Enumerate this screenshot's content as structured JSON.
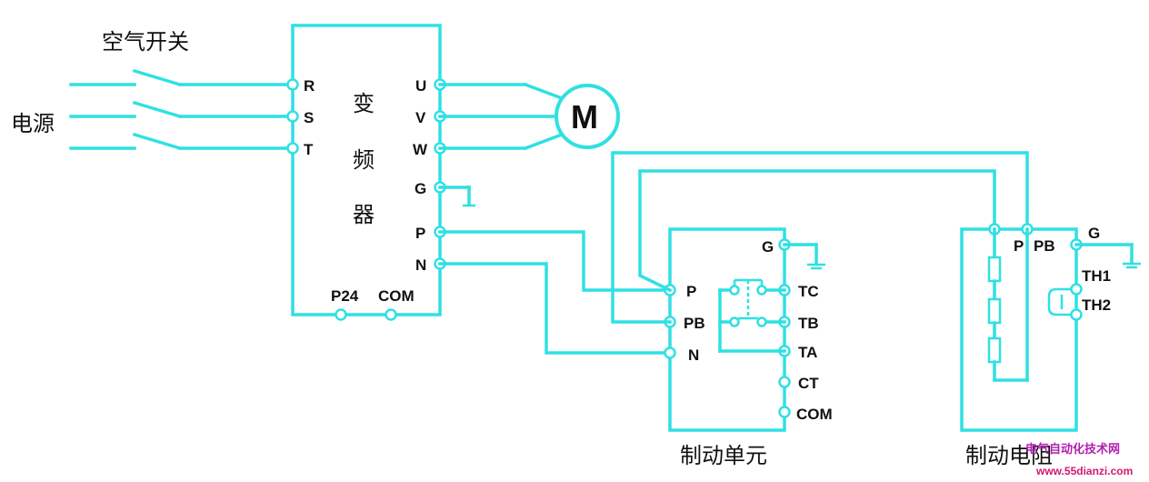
{
  "power": {
    "label": "电源"
  },
  "air_switch": {
    "label": "空气开关"
  },
  "inverter": {
    "label_chars": [
      "变",
      "频",
      "器"
    ],
    "input_terminals": [
      "R",
      "S",
      "T"
    ],
    "output_terminals": [
      "U",
      "V",
      "W",
      "G",
      "P",
      "N"
    ],
    "bottom_terminals": [
      "P24",
      "COM"
    ]
  },
  "motor": {
    "label": "M"
  },
  "braking_unit": {
    "caption": "制动单元",
    "left_terminals": [
      "P",
      "PB",
      "N"
    ],
    "right_terminals": [
      "G",
      "TC",
      "TB",
      "TA",
      "CT",
      "COM"
    ]
  },
  "braking_resistor": {
    "caption": "制动电阻",
    "top_terminals": [
      "P",
      "PB"
    ],
    "right_terminals": [
      "G",
      "TH1",
      "TH2"
    ]
  },
  "watermark": {
    "line1": "电气自动化技术网",
    "line2": "www.55dianzi.com"
  },
  "colors": {
    "wire": "#2fe0e3",
    "text": "#111111",
    "watermark": "#b01fb0"
  }
}
